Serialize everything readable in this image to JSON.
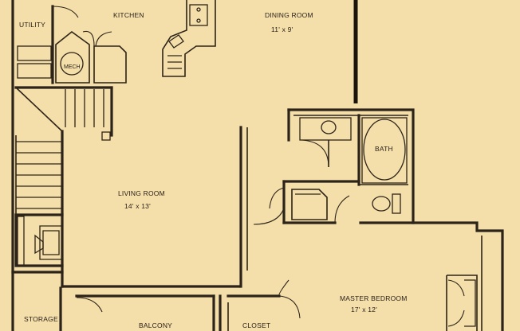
{
  "floorplan": {
    "rooms": {
      "utility": {
        "name": "UTILITY"
      },
      "kitchen": {
        "name": "KITCHEN"
      },
      "dining": {
        "name": "DINING ROOM",
        "size": "11' x 9'"
      },
      "mech": {
        "name": "MECH"
      },
      "bath": {
        "name": "BATH"
      },
      "living": {
        "name": "LIVING ROOM",
        "size": "14' x 13'"
      },
      "master": {
        "name": "MASTER BEDROOM",
        "size": "17' x 12'"
      },
      "storage": {
        "name": "STORAGE"
      },
      "balcony": {
        "name": "BALCONY"
      },
      "closet": {
        "name": "CLOSET"
      }
    }
  },
  "colors": {
    "paper": "#f4deaa",
    "ink": "#2c2418"
  }
}
